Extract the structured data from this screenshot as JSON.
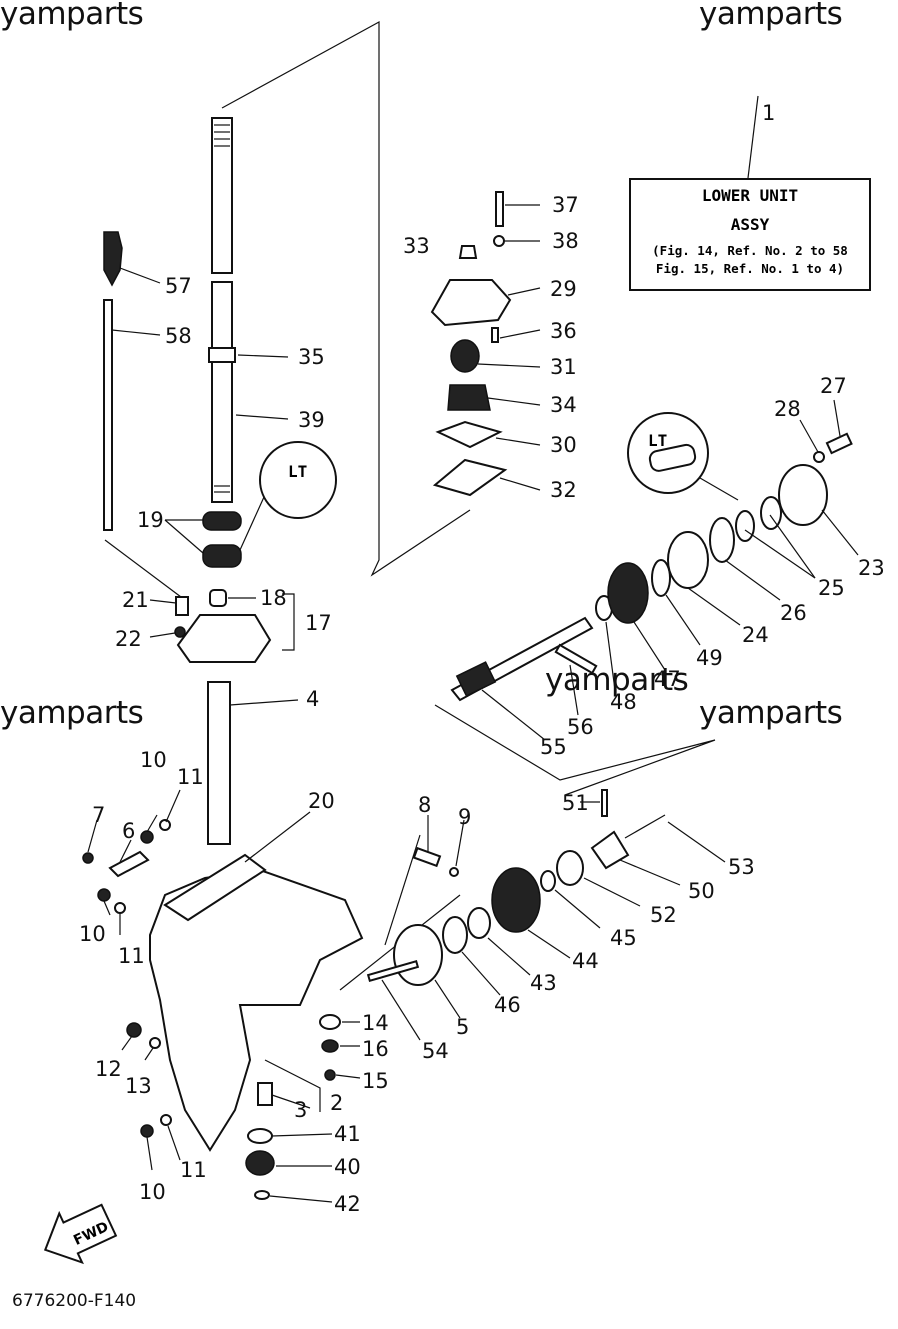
{
  "watermarks": [
    "yamparts",
    "yamparts",
    "yamparts",
    "yamparts",
    "yamparts"
  ],
  "assembly_box": {
    "ref": "1",
    "title": "LOWER UNIT",
    "subtitle": "ASSY",
    "note_line1": "(Fig. 14, Ref. No. 2 to 58",
    "note_line2": "Fig. 15, Ref. No. 1 to 4)"
  },
  "detail_marks": [
    "LT",
    "LT"
  ],
  "fwd_label": "FWD",
  "figure_code": "6776200-F140",
  "callouts": [
    {
      "id": "37"
    },
    {
      "id": "38"
    },
    {
      "id": "33"
    },
    {
      "id": "29"
    },
    {
      "id": "36"
    },
    {
      "id": "31"
    },
    {
      "id": "34"
    },
    {
      "id": "30"
    },
    {
      "id": "32"
    },
    {
      "id": "57"
    },
    {
      "id": "58"
    },
    {
      "id": "35"
    },
    {
      "id": "39"
    },
    {
      "id": "19"
    },
    {
      "id": "21"
    },
    {
      "id": "18"
    },
    {
      "id": "22"
    },
    {
      "id": "17"
    },
    {
      "id": "4"
    },
    {
      "id": "27"
    },
    {
      "id": "28"
    },
    {
      "id": "23"
    },
    {
      "id": "25"
    },
    {
      "id": "26"
    },
    {
      "id": "24"
    },
    {
      "id": "49"
    },
    {
      "id": "47"
    },
    {
      "id": "48"
    },
    {
      "id": "56"
    },
    {
      "id": "55"
    },
    {
      "id": "10"
    },
    {
      "id": "11"
    },
    {
      "id": "7"
    },
    {
      "id": "6"
    },
    {
      "id": "20"
    },
    {
      "id": "8"
    },
    {
      "id": "9"
    },
    {
      "id": "51"
    },
    {
      "id": "53"
    },
    {
      "id": "50"
    },
    {
      "id": "52"
    },
    {
      "id": "45"
    },
    {
      "id": "44"
    },
    {
      "id": "43"
    },
    {
      "id": "46"
    },
    {
      "id": "5"
    },
    {
      "id": "54"
    },
    {
      "id": "14"
    },
    {
      "id": "16"
    },
    {
      "id": "15"
    },
    {
      "id": "2"
    },
    {
      "id": "3"
    },
    {
      "id": "41"
    },
    {
      "id": "40"
    },
    {
      "id": "42"
    },
    {
      "id": "12"
    },
    {
      "id": "13"
    },
    {
      "id": "10"
    },
    {
      "id": "11"
    },
    {
      "id": "10"
    },
    {
      "id": "11"
    }
  ]
}
